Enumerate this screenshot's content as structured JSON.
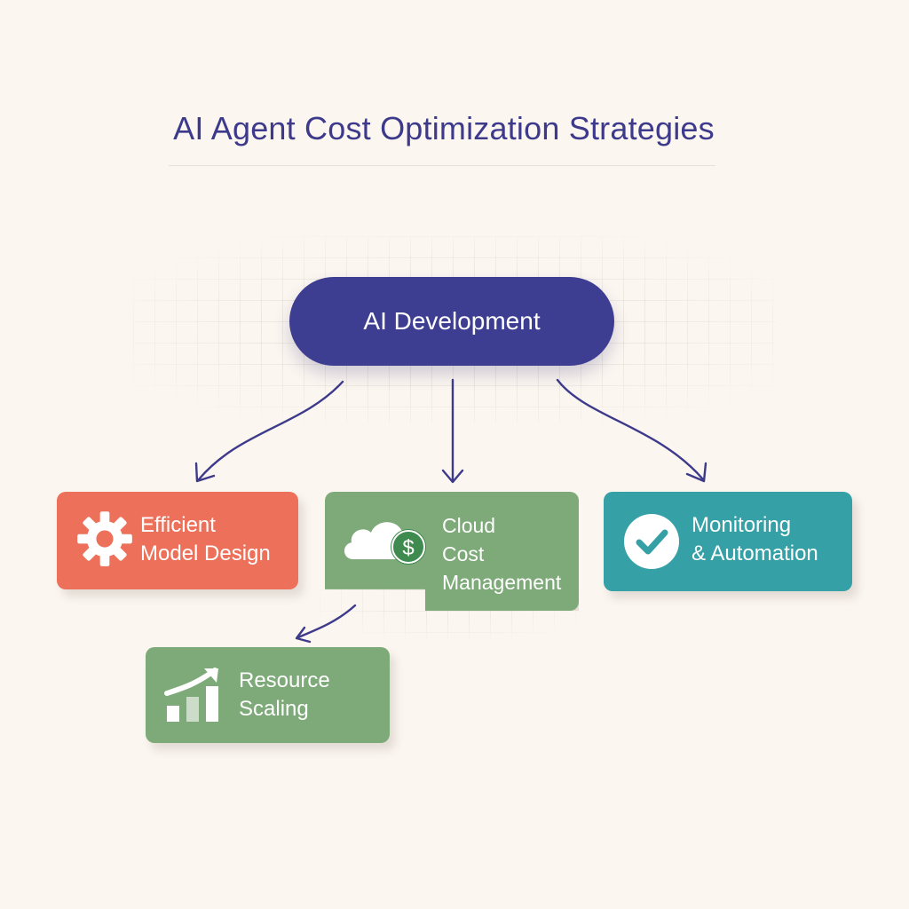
{
  "title": "AI Agent Cost Optimization Strategies",
  "root": {
    "label": "AI Development",
    "color": "#3d3d91"
  },
  "nodes": [
    {
      "id": "efficient",
      "lines": [
        "Efficient",
        "Model Design"
      ],
      "icon": "gear-icon",
      "color": "#ed715a"
    },
    {
      "id": "cloud",
      "lines": [
        "Cloud",
        "Cost",
        "Management"
      ],
      "icon": "cloud-dollar-icon",
      "color": "#7daa78"
    },
    {
      "id": "monitoring",
      "lines": [
        "Monitoring",
        "& Automation"
      ],
      "icon": "checkmark-icon",
      "color": "#35a0a6"
    },
    {
      "id": "resource",
      "lines": [
        "Resource",
        "Scaling"
      ],
      "icon": "bar-chart-growth-icon",
      "color": "#7daa78"
    }
  ],
  "edges": [
    {
      "from": "root",
      "to": "efficient"
    },
    {
      "from": "root",
      "to": "cloud"
    },
    {
      "from": "root",
      "to": "monitoring"
    },
    {
      "from": "cloud",
      "to": "resource"
    }
  ],
  "colors": {
    "title": "#3d3a8c",
    "arrow": "#3d3a8c",
    "background": "#fbf6f0"
  }
}
